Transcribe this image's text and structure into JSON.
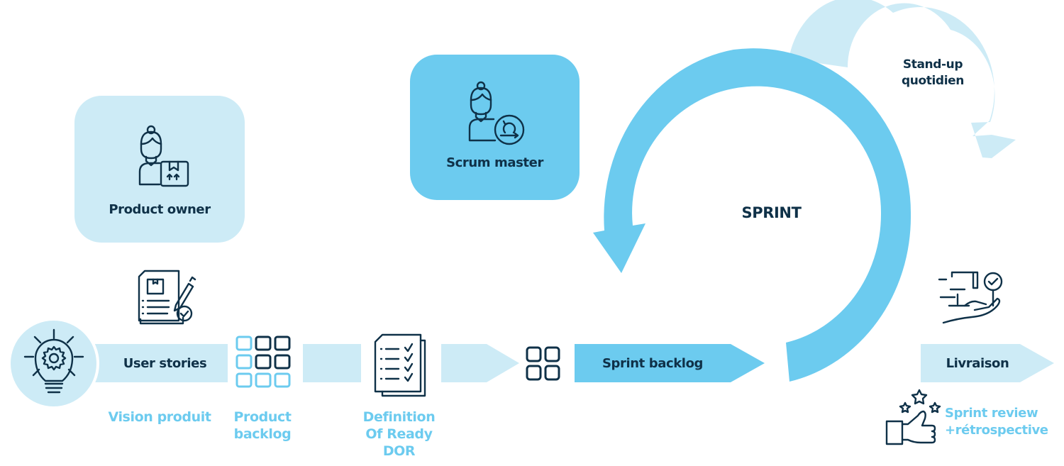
{
  "colors": {
    "dark_navy": "#0f3148",
    "accent_blue": "#6ccbef",
    "light_blue": "#cdebf6",
    "background": "#ffffff"
  },
  "roles": {
    "product_owner": {
      "label": "Product owner",
      "icon": "woman-with-box-icon"
    },
    "scrum_master": {
      "label": "Scrum master",
      "icon": "woman-with-cycle-icon"
    }
  },
  "cycle": {
    "sprint_label": "SPRINT",
    "standup_label_line1": "Stand-up",
    "standup_label_line2": "quotidien"
  },
  "flow": {
    "vision": {
      "caption": "Vision produit",
      "icon": "lightbulb-gear-icon"
    },
    "user_stories": {
      "label": "User stories",
      "icon": "document-pen-icon"
    },
    "product_backlog": {
      "caption_line1": "Product",
      "caption_line2": "backlog",
      "icon": "grid-9-icon"
    },
    "dor": {
      "caption_line1": "Definition",
      "caption_line2": "Of Ready",
      "caption_line3": "DOR",
      "icon": "checklist-icon"
    },
    "sprint_backlog": {
      "label": "Sprint backlog",
      "icon": "grid-4-icon"
    },
    "livraison": {
      "label": "Livraison",
      "icon": "delivery-hand-icon"
    },
    "review": {
      "caption_line1": "Sprint review",
      "caption_line2": "+rétrospective",
      "icon": "thumbs-up-stars-icon"
    }
  }
}
